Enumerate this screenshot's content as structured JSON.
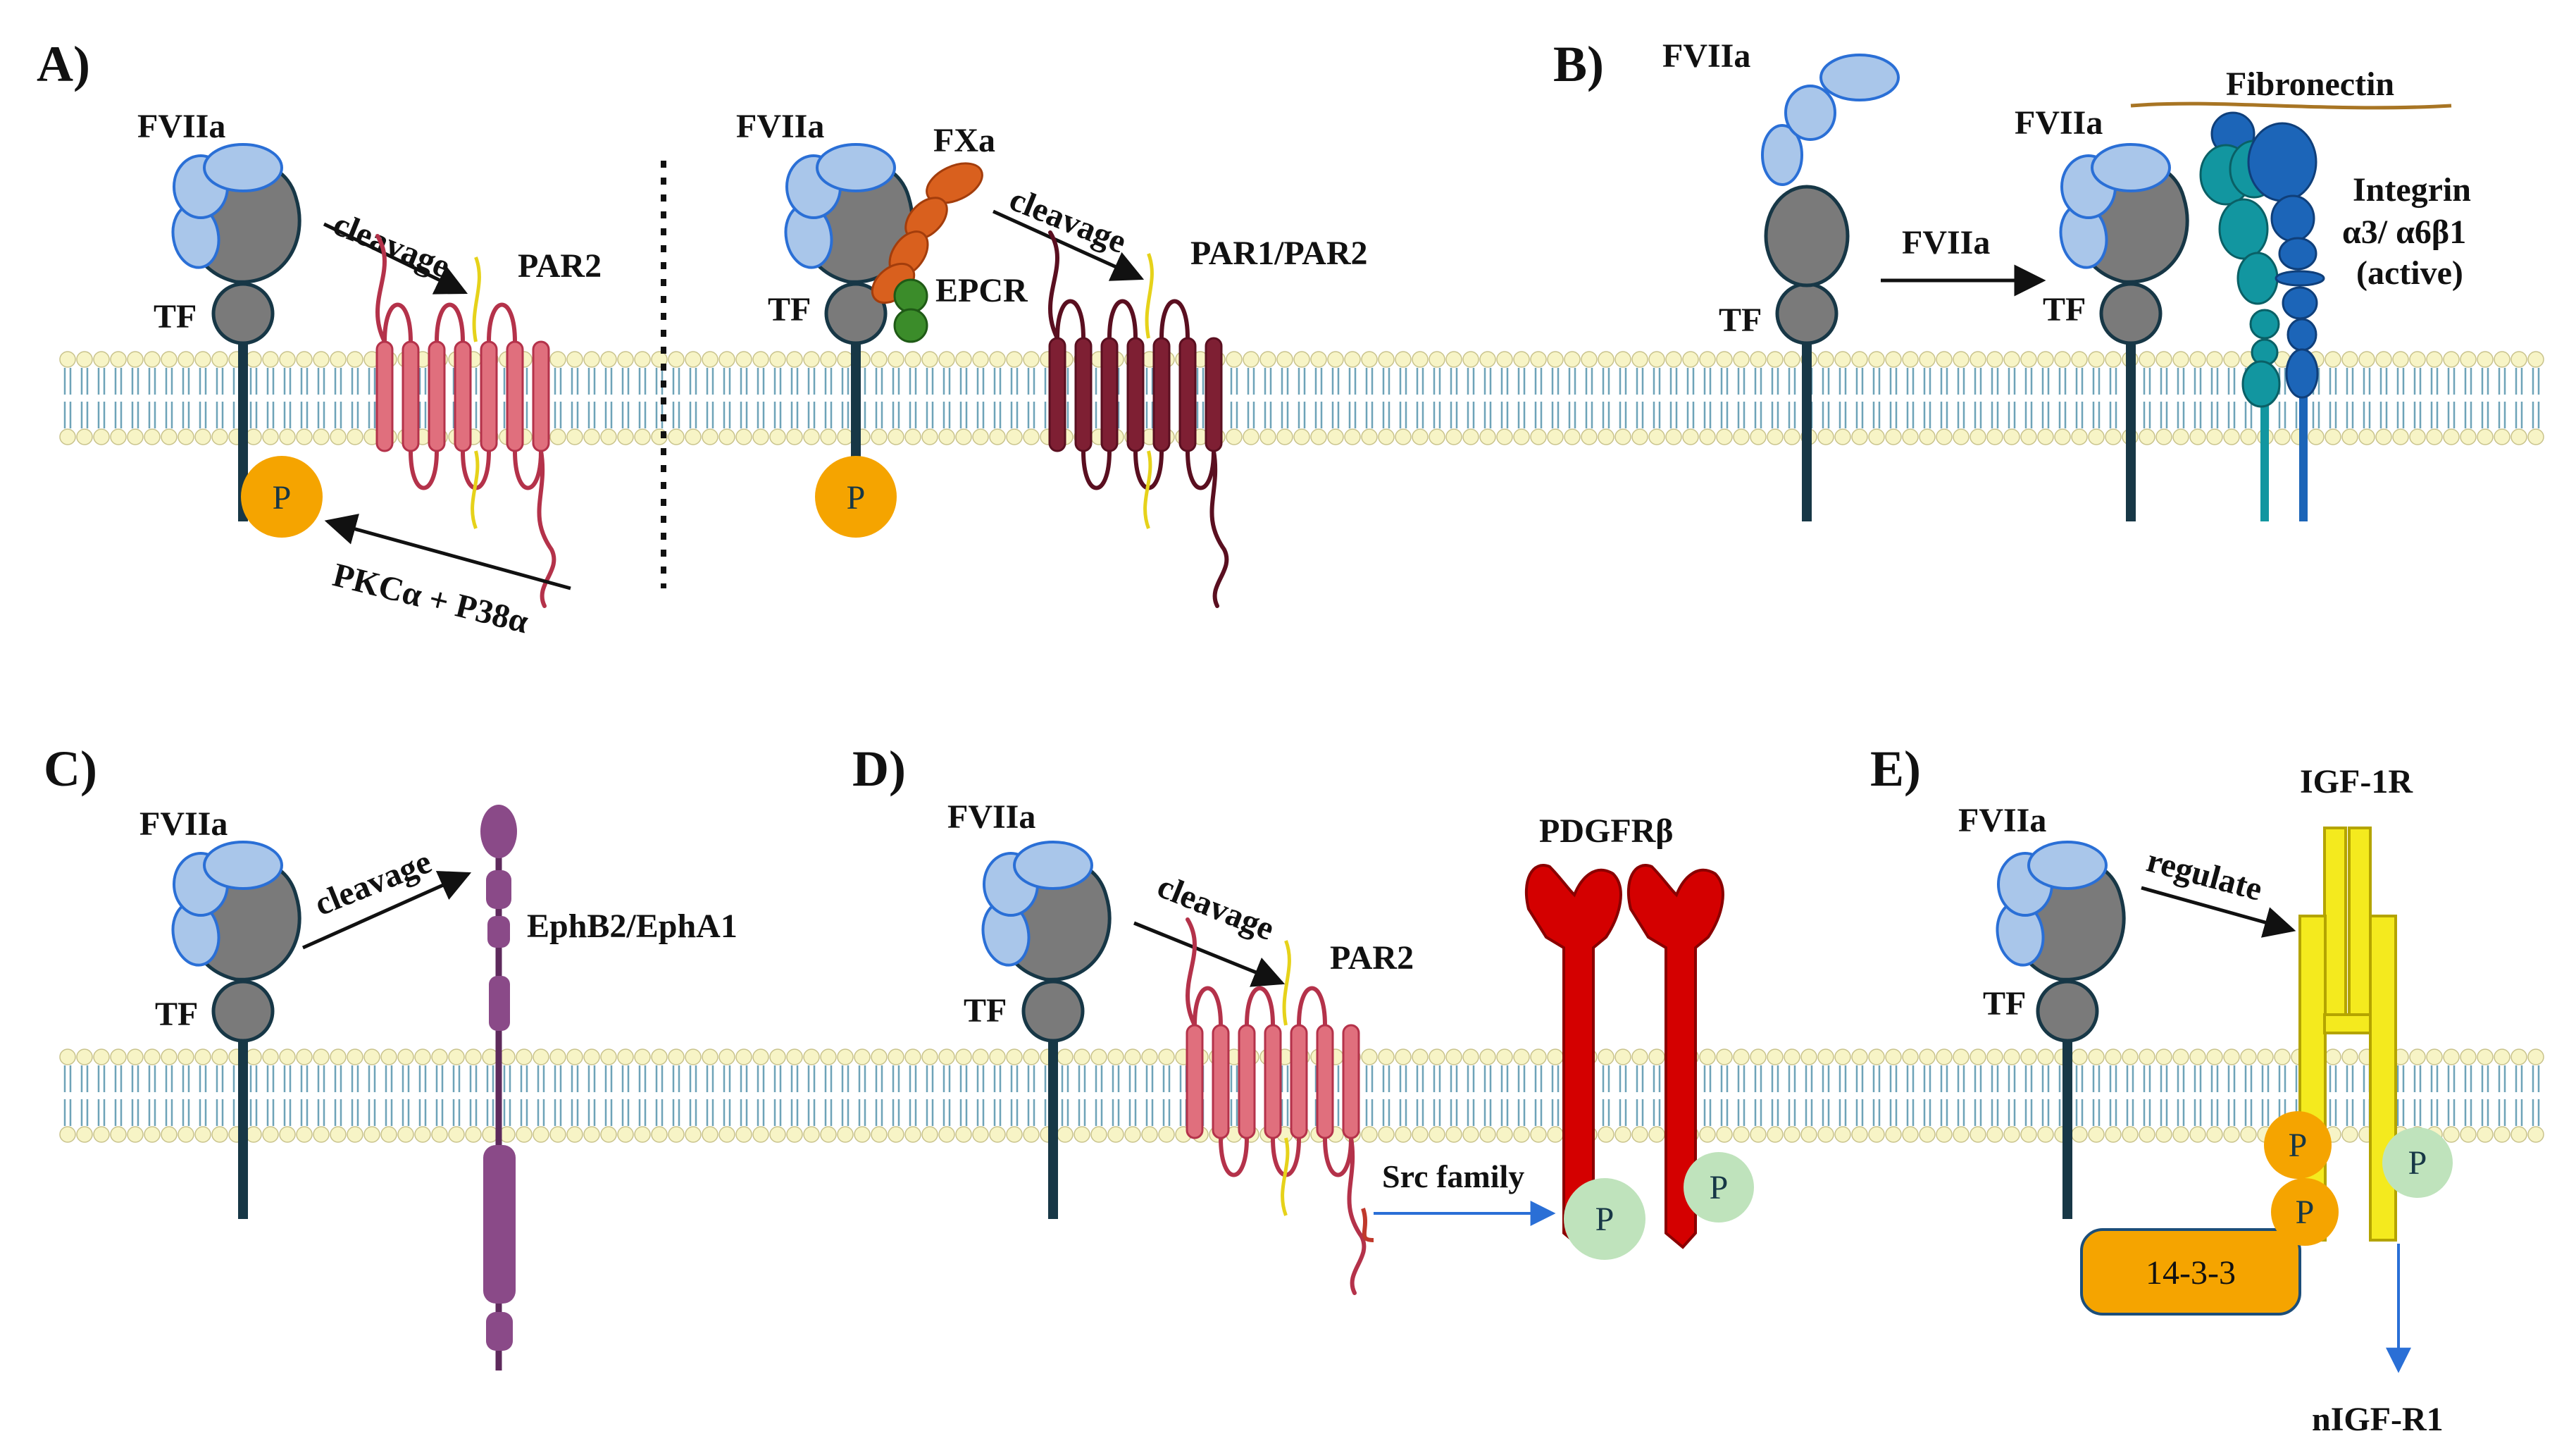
{
  "colors": {
    "protein_grey": "#7a7a7a",
    "fviia_blue": "#a9c6ea",
    "stem": "#173746",
    "lipid_head": "#f7f4c6",
    "lipid_tail": "#6ea3b8",
    "par2": "#e06f7d",
    "par1": "#7e1f33",
    "fxa": "#d9601e",
    "epcr": "#3b8c2a",
    "phospho_orange": "#f5a400",
    "phospho_green": "#bfe3bc",
    "integrin_teal": "#1296a0",
    "integrin_blue": "#1c65b8",
    "fibronectin": "#a87524",
    "eph": "#8a4a88",
    "pdgfr": "#d40000",
    "igf1r": "#f4ea1e",
    "arrow_blue": "#2a6fd6"
  },
  "panel_a": {
    "label": "A)",
    "left": {
      "fviia": "FVIIa",
      "tf": "TF",
      "cleavage": "cleavage",
      "receptor": "PAR2",
      "p": "P",
      "kinases": "PKCα + P38α"
    },
    "right": {
      "fviia": "FVIIa",
      "fxa": "FXa",
      "epcr": "EPCR",
      "tf": "TF",
      "cleavage": "cleavage",
      "receptor": "PAR1/PAR2",
      "p": "P"
    }
  },
  "panel_b": {
    "label": "B)",
    "fviia_free": "FVIIa",
    "tf": "TF",
    "arrow": "FVIIa",
    "fviia_bound": "FVIIa",
    "tf2": "TF",
    "fibronectin": "Fibronectin",
    "integrin": [
      "Integrin",
      "α3/ α6β1",
      "(active)"
    ]
  },
  "panel_c": {
    "label": "C)",
    "fviia": "FVIIa",
    "tf": "TF",
    "cleavage": "cleavage",
    "receptor": "EphB2/EphA1"
  },
  "panel_d": {
    "label": "D)",
    "fviia": "FVIIa",
    "tf": "TF",
    "cleavage": "cleavage",
    "par2": "PAR2",
    "pdgfr": "PDGFRβ",
    "src": "Src family",
    "p1": "P",
    "p2": "P"
  },
  "panel_e": {
    "label": "E)",
    "fviia": "FVIIa",
    "tf": "TF",
    "regulate": "regulate",
    "receptor": "IGF-1R",
    "p1": "P",
    "p2": "P",
    "p3": "P",
    "adapter": "14-3-3",
    "nuclear": "nIGF-R1"
  }
}
